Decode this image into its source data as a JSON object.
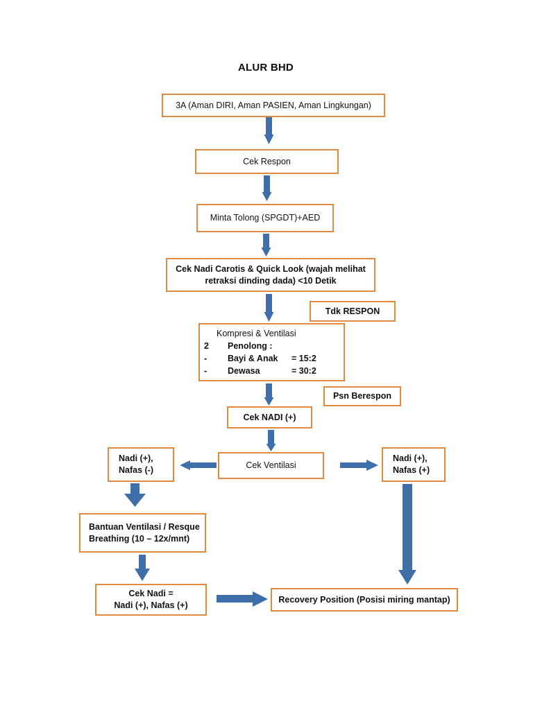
{
  "document": {
    "title": "ALUR BHD",
    "accent_box_border": "#E2893B",
    "arrow_color": "#3F6FA8",
    "background": "#FFFFFF"
  },
  "nodes": {
    "safety": {
      "text": "3A (Aman DIRI, Aman PASIEN, Aman Lingkungan)"
    },
    "check_response": {
      "text": "Cek Respon"
    },
    "call_help": {
      "text": "Minta Tolong (SPGDT)+AED"
    },
    "carotid_check": {
      "line1": "Cek Nadi Carotis & Quick Look (wajah melihat",
      "line2": "retraksi dinding dada)        <10 Detik"
    },
    "no_response_label": {
      "text": "Tdk RESPON"
    },
    "compression": {
      "heading": "Kompresi & Ventilasi",
      "rows": [
        {
          "bullet": "2",
          "label": "Penolong :",
          "value": ""
        },
        {
          "bullet": "-",
          "label": "Bayi & Anak",
          "value": "= 15:2"
        },
        {
          "bullet": "-",
          "label": "Dewasa",
          "value": "= 30:2"
        }
      ]
    },
    "patient_responds_label": {
      "text": "Psn Berespon"
    },
    "check_pulse_positive": {
      "text": "Cek NADI (+)"
    },
    "pulse_no_breath": {
      "line1": "Nadi (+),",
      "line2": "Nafas (-)"
    },
    "check_ventilation": {
      "text": "Cek Ventilasi"
    },
    "pulse_with_breath": {
      "line1": "Nadi (+),",
      "line2": "Nafas (+)"
    },
    "rescue_breathing": {
      "line1": "Bantuan Ventilasi / Resque",
      "line2": "Breathing (10 – 12x/mnt)"
    },
    "recheck_pulse": {
      "line1": "Cek Nadi =",
      "line2": "Nadi (+), Nafas (+)"
    },
    "recovery_position": {
      "text": "Recovery Position (Posisi miring mantap)"
    }
  },
  "chart_data": {
    "type": "table",
    "title": "ALUR BHD",
    "flow_steps": [
      "3A (Aman DIRI, Aman PASIEN, Aman Lingkungan)",
      "Cek Respon",
      "Minta Tolong (SPGDT)+AED",
      "Cek Nadi Carotis & Quick Look (wajah melihat retraksi dinding dada)  <10 Detik",
      "Kompresi & Ventilasi — 2 Penolong : Bayi & Anak = 15:2 ; Dewasa = 30:2",
      "Cek NADI (+)",
      "Cek Ventilasi",
      "Nadi (+), Nafas (-) → Bantuan Ventilasi / Resque Breathing (10 – 12x/mnt) → Cek Nadi = Nadi (+), Nafas (+) → Recovery Position",
      "Nadi (+), Nafas (+) → Recovery Position (Posisi miring mantap)"
    ],
    "side_labels": [
      "Tdk RESPON",
      "Psn Berespon"
    ]
  }
}
